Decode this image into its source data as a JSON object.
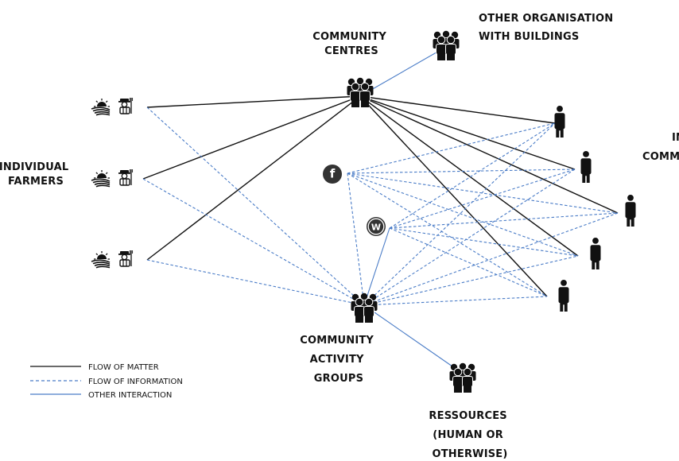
{
  "colors": {
    "matter": "#111111",
    "information": "#4a7cc7",
    "interaction": "#4a7cc7",
    "icon": "#111111"
  },
  "labels": {
    "individual_farmers": [
      "INDIVIDUAL",
      "FARMERS"
    ],
    "community_centres": [
      "COMMUNITY",
      "CENTRES"
    ],
    "other_organisation": [
      "OTHER ORGANISATION",
      "WITH BUILDINGS"
    ],
    "individual_community": [
      "INDIVIDUAL",
      "COMMUNITY"
    ],
    "community_activity_groups": [
      "COMMUNITY",
      "ACTIVITY",
      "GROUPS"
    ],
    "resources": [
      "RESSOURCES",
      "(HUMAN OR",
      "OTHERWISE)"
    ]
  },
  "legend": {
    "matter": "FLOW OF MATTER",
    "information": "FLOW OF INFORMATION",
    "interaction": "OTHER INTERACTION"
  },
  "icons": {
    "facebook_glyph": "f",
    "wordpress_glyph": "W"
  }
}
